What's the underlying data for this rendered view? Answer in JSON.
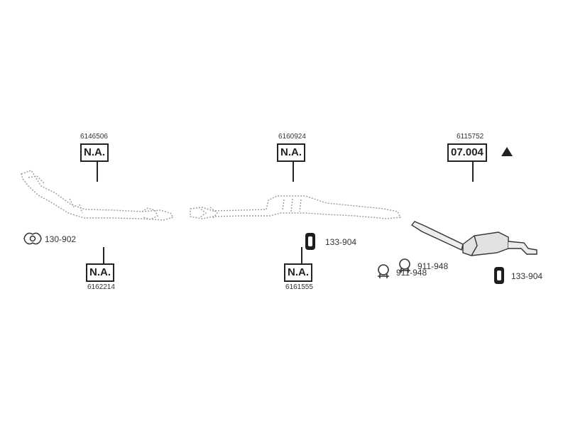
{
  "parts": [
    {
      "id": "part-6146506",
      "number": "6146506",
      "code": "N.A."
    },
    {
      "id": "part-6160924",
      "number": "6160924",
      "code": "N.A."
    },
    {
      "id": "part-6115752",
      "number": "6115752",
      "code": "07.004"
    },
    {
      "id": "part-6162214",
      "number": "6162214",
      "code": "N.A."
    },
    {
      "id": "part-6161555",
      "number": "6161555",
      "code": "N.A."
    }
  ],
  "accessories": [
    {
      "id": "gasket",
      "label": "130-902",
      "icon": "gasket-icon"
    },
    {
      "id": "rubber-hanger-1",
      "label": "133-904",
      "icon": "rubber-hanger-icon"
    },
    {
      "id": "clamp-1",
      "label": "911-948",
      "icon": "clamp-icon"
    },
    {
      "id": "clamp-2",
      "label": "911-948",
      "icon": "clamp-icon"
    },
    {
      "id": "rubber-hanger-2",
      "label": "133-904",
      "icon": "rubber-hanger-icon"
    }
  ],
  "warning_icon": "warning-triangle-icon"
}
